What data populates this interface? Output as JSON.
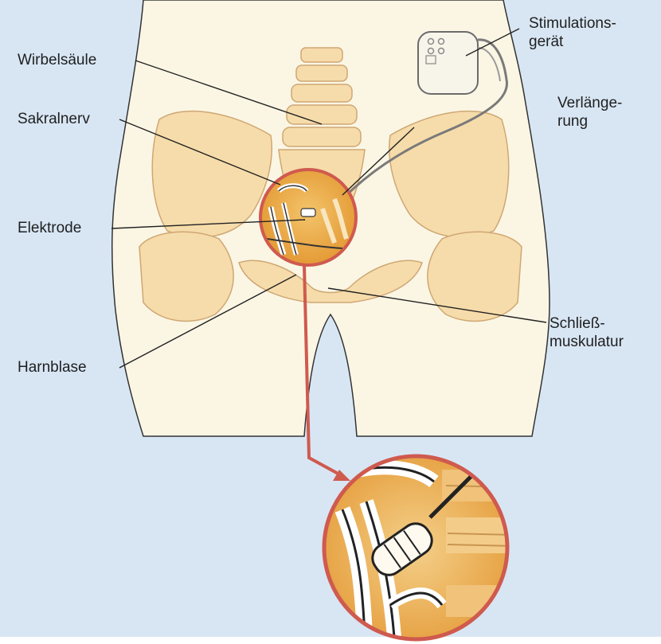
{
  "labels": {
    "wirbelsaeule": "Wirbelsäule",
    "sakralnerv": "Sakralnerv",
    "elektrode": "Elektrode",
    "harnblase": "Harnblase",
    "stimulationsgeraet": "Stimulations-\ngerät",
    "verlaengerung": "Verlänge-\nrung",
    "schliessmuskulatur": "Schließ-\nmuskulatur"
  },
  "colors": {
    "background_blue": "#d8e6f4",
    "body_skin": "#fbf6e4",
    "bone": "#f6dcaa",
    "bone_outline": "#cfa774",
    "callout_ring": "#cf5a4e",
    "leader_line": "#222222",
    "nerve_orange": "#e9a543"
  }
}
